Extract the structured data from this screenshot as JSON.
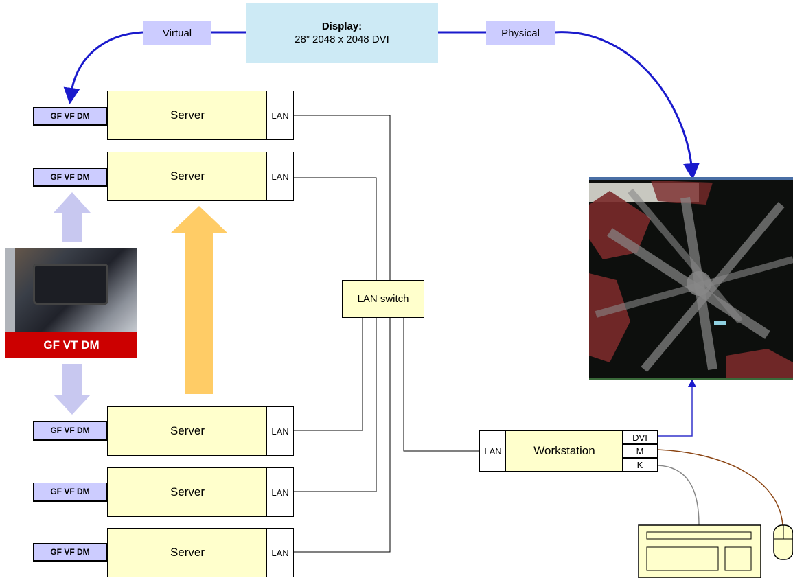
{
  "display": {
    "title": "Display:",
    "subtitle": "28” 2048 x 2048 DVI"
  },
  "tags": {
    "virtual": "Virtual",
    "physical": "Physical"
  },
  "servers": [
    {
      "card": "GF VF DM",
      "label": "Server",
      "port": "LAN"
    },
    {
      "card": "GF VF DM",
      "label": "Server",
      "port": "LAN"
    },
    {
      "card": "GF VF DM",
      "label": "Server",
      "port": "LAN"
    },
    {
      "card": "GF VF DM",
      "label": "Server",
      "port": "LAN"
    },
    {
      "card": "GF VF DM",
      "label": "Server",
      "port": "LAN"
    }
  ],
  "lan_switch": "LAN switch",
  "workstation": {
    "label": "Workstation",
    "lan": "LAN",
    "ports": [
      "DVI",
      "M",
      "K"
    ]
  },
  "photo_caption": "GF VT DM",
  "colors": {
    "accent_blue": "#0000cc",
    "arrow_light": "#c8c8f0",
    "arrow_orange": "#ffcc66",
    "card_red": "#cc0000"
  }
}
